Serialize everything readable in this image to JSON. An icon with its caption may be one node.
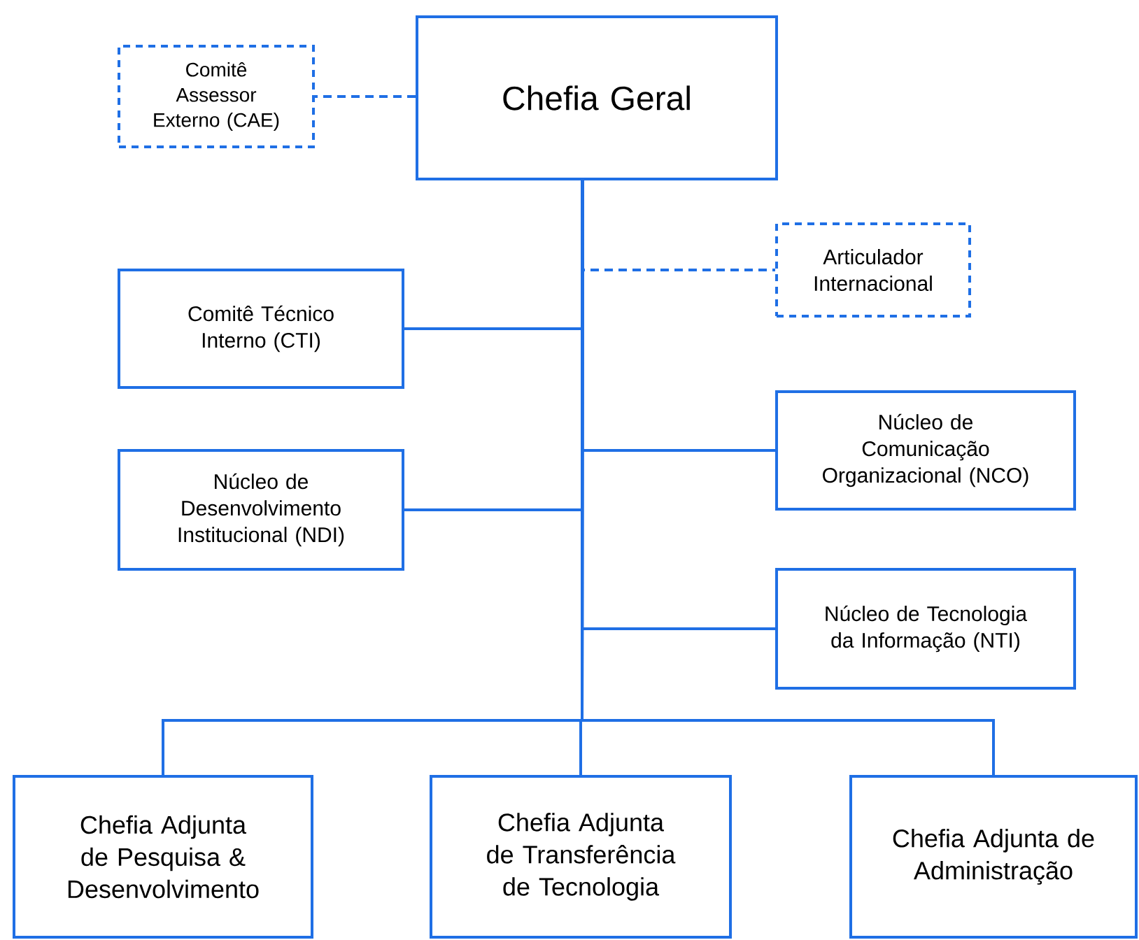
{
  "diagram": {
    "nodes": [
      {
        "text": [
          "Chefia Geral"
        ]
      },
      {
        "text": [
          "Comitê Assessor Externo (CAE)"
        ]
      },
      {
        "text": [
          "Articulador Internacional"
        ]
      },
      {
        "text": [
          "Comitê Técnico Interno (CTI)"
        ]
      },
      {
        "text": [
          "Núcleo de Comunicação Organizacional (NCO)"
        ]
      },
      {
        "text": [
          "Núcleo de Desenvolvimento Institucional (NDI)"
        ]
      },
      {
        "text": [
          "Núcleo de Tecnologia da Informação (NTI)"
        ]
      },
      {
        "text": [
          "Chefia Adjunta de Pesquisa & Desenvolvimento"
        ]
      },
      {
        "text": [
          "Chefia Adjunta de Transferência de Tecnologia"
        ]
      },
      {
        "text": [
          "Chefia Adjunta de Administração"
        ]
      }
    ],
    "edges": [
      {
        "from": 0,
        "to": 1,
        "arrow": "none",
        "style": "dashed"
      },
      {
        "from": 0,
        "to": 2,
        "arrow": "none",
        "style": "dashed"
      },
      {
        "from": 0,
        "to": 3,
        "arrow": "none"
      },
      {
        "from": 0,
        "to": 4,
        "arrow": "none"
      },
      {
        "from": 0,
        "to": 5,
        "arrow": "none"
      },
      {
        "from": 0,
        "to": 6,
        "arrow": "none"
      },
      {
        "from": 0,
        "to": 7,
        "arrow": "none"
      },
      {
        "from": 0,
        "to": 8,
        "arrow": "none"
      },
      {
        "from": 0,
        "to": 9,
        "arrow": "none"
      }
    ]
  }
}
